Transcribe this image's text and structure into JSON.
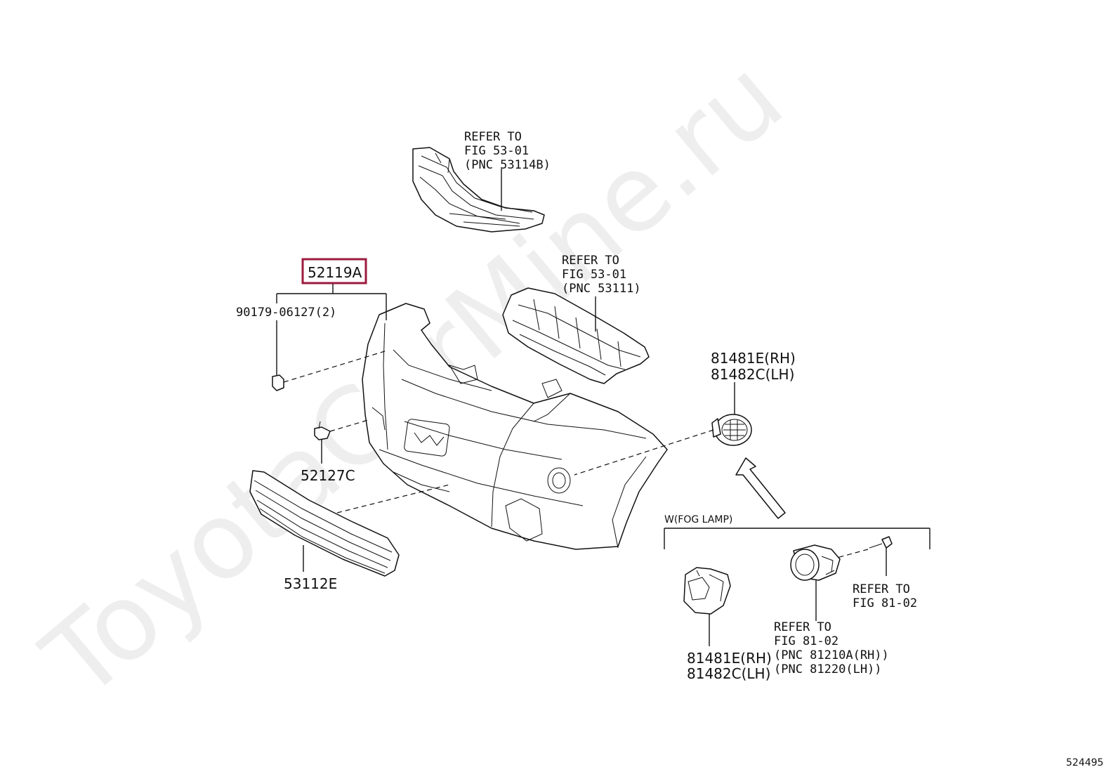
{
  "watermark": "ToyotaCarMine.ru",
  "figure_number": "524495",
  "callouts": {
    "refer_53114b": [
      "REFER TO",
      "FIG 53-01",
      "(PNC 53114B)"
    ],
    "refer_53111": [
      "REFER TO",
      "FIG 53-01",
      "(PNC 53111)"
    ],
    "main_part": "52119A",
    "clip": "90179-06127(2)",
    "retainer": "52127C",
    "grille": "53112E",
    "cover_top": [
      "81481E(RH)",
      "81482C(LH)"
    ],
    "fog_group": "W(FOG LAMP)",
    "refer_8102_screw": [
      "REFER TO",
      "FIG 81-02"
    ],
    "refer_8102_lamp": [
      "REFER TO",
      "FIG 81-02",
      "(PNC 81210A(RH))",
      "(PNC 81220(LH))"
    ],
    "cover_bottom": [
      "81481E(RH)",
      "81482C(LH)"
    ]
  },
  "colors": {
    "highlight": "#9c1b3f",
    "line": "#111111",
    "watermark": "#cfcfcf"
  }
}
